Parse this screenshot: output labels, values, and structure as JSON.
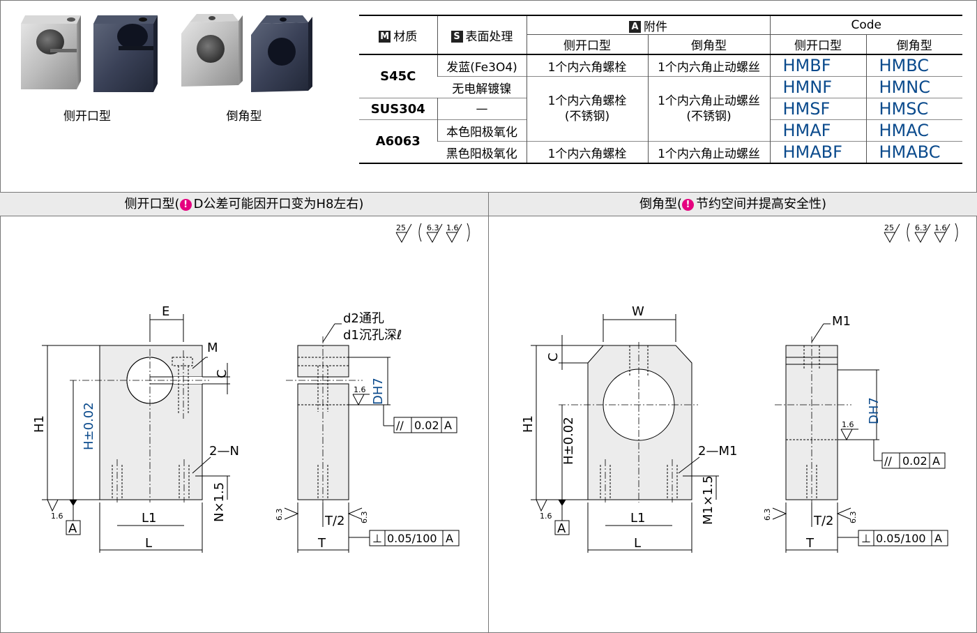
{
  "photos": {
    "left_caption": "侧开口型",
    "right_caption": "倒角型"
  },
  "table": {
    "headers": {
      "material_icon": "M",
      "material": "材质",
      "surface_icon": "S",
      "surface": "表面处理",
      "accessory_icon": "A",
      "accessory": "附件",
      "accessory_side": "侧开口型",
      "accessory_chamfer": "倒角型",
      "code": "Code",
      "code_side": "侧开口型",
      "code_chamfer": "倒角型"
    },
    "rows": [
      {
        "material": "S45C",
        "surface": "发蓝(Fe3O4)",
        "acc_side": "1个内六角螺栓",
        "acc_chamfer": "1个内六角止动螺丝",
        "code_side": "HMBF",
        "code_chamfer": "HMBC"
      },
      {
        "material": "",
        "surface": "无电解镀镍",
        "acc_side": "1个内六角螺栓",
        "acc_side2": "(不锈钢)",
        "acc_chamfer": "1个内六角止动螺丝",
        "acc_chamfer2": "(不锈钢)",
        "code_side": "HMNF",
        "code_chamfer": "HMNC"
      },
      {
        "material": "SUS304",
        "surface": "—",
        "code_side": "HMSF",
        "code_chamfer": "HMSC"
      },
      {
        "material": "A6063",
        "surface": "本色阳极氧化",
        "code_side": "HMAF",
        "code_chamfer": "HMAC"
      },
      {
        "material": "",
        "surface": "黑色阳极氧化",
        "acc_side": "1个内六角螺栓",
        "acc_chamfer": "1个内六角止动螺丝",
        "code_side": "HMABF",
        "code_chamfer": "HMABC"
      }
    ],
    "colors": {
      "code": "#0a4a8c"
    }
  },
  "sections": {
    "left_title": "侧开口型(",
    "left_note": "D公差可能因开口变为H8左右)",
    "right_title": "倒角型(",
    "right_note": "节约空间并提高安全性)",
    "warn_icon": "!"
  },
  "roughness": {
    "main": "25",
    "a": "6.3",
    "b": "1.6"
  },
  "drawing_left": {
    "E": "E",
    "M": "M",
    "C": "C",
    "H1": "H1",
    "H": "H±0.02",
    "N2": "2—N",
    "NX": "N×1.5",
    "L1": "L1",
    "L": "L",
    "A": "A",
    "r16": "1.6",
    "d2": "d2通孔",
    "d1": "d1沉孔深ℓ",
    "D": "DH7",
    "par": "//",
    "tol1": "0.02",
    "r63": "6.3",
    "T2": "T/2",
    "T": "T",
    "perp": "⊥",
    "tol2": "0.05/100"
  },
  "drawing_right": {
    "W": "W",
    "C": "C",
    "H1": "H1",
    "H": "H±0.02",
    "M2": "2—M1",
    "MX": "M1×1.5",
    "L1": "L1",
    "L": "L",
    "A": "A",
    "r16": "1.6",
    "M1": "M1",
    "D": "DH7",
    "par": "//",
    "tol1": "0.02",
    "r63": "6.3",
    "T2": "T/2",
    "T": "T",
    "perp": "⊥",
    "tol2": "0.05/100"
  }
}
